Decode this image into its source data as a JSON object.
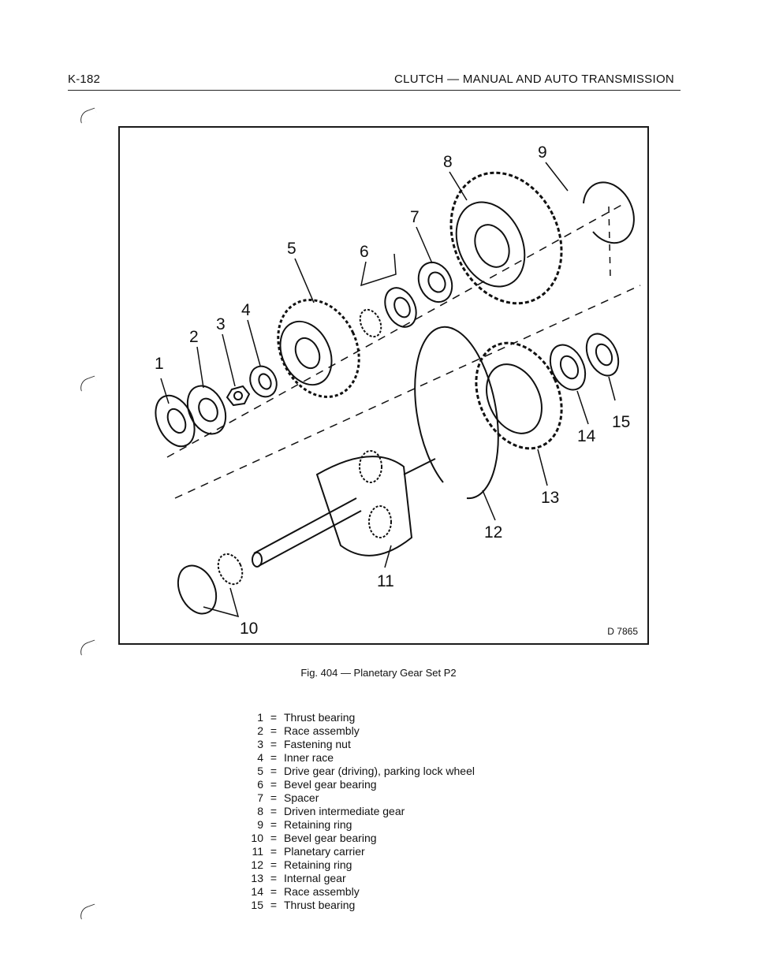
{
  "header": {
    "page_number": "K-182",
    "section_title": "CLUTCH — MANUAL AND AUTO TRANSMISSION"
  },
  "figure": {
    "code": "D 7865",
    "caption": "Fig. 404 — Planetary Gear Set P2",
    "callouts": [
      "1",
      "2",
      "3",
      "4",
      "5",
      "6",
      "7",
      "8",
      "9",
      "10",
      "11",
      "12",
      "13",
      "14",
      "15"
    ]
  },
  "legend": {
    "items": [
      {
        "num": "1",
        "eq": "=",
        "text": "Thrust bearing"
      },
      {
        "num": "2",
        "eq": "=",
        "text": "Race assembly"
      },
      {
        "num": "3",
        "eq": "=",
        "text": "Fastening nut"
      },
      {
        "num": "4",
        "eq": "=",
        "text": "Inner race"
      },
      {
        "num": "5",
        "eq": "=",
        "text": "Drive gear (driving), parking lock wheel"
      },
      {
        "num": "6",
        "eq": "=",
        "text": "Bevel gear bearing"
      },
      {
        "num": "7",
        "eq": "=",
        "text": "Spacer"
      },
      {
        "num": "8",
        "eq": "=",
        "text": "Driven intermediate gear"
      },
      {
        "num": "9",
        "eq": "=",
        "text": "Retaining ring"
      },
      {
        "num": "10",
        "eq": "=",
        "text": "Bevel gear bearing"
      },
      {
        "num": "11",
        "eq": "=",
        "text": "Planetary carrier"
      },
      {
        "num": "12",
        "eq": "=",
        "text": "Retaining ring"
      },
      {
        "num": "13",
        "eq": "=",
        "text": "Internal gear"
      },
      {
        "num": "14",
        "eq": "=",
        "text": "Race assembly"
      },
      {
        "num": "15",
        "eq": "=",
        "text": "Thrust bearing"
      }
    ]
  }
}
